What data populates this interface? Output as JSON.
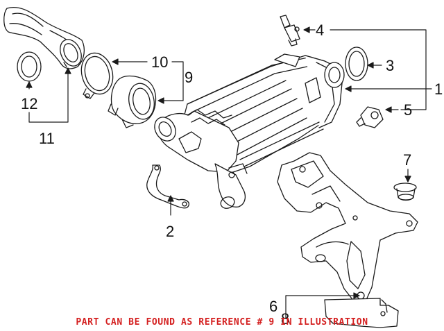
{
  "callouts": {
    "c1": "1",
    "c2": "2",
    "c3": "3",
    "c4": "4",
    "c5": "5",
    "c6": "6",
    "c7": "7",
    "c8": "8",
    "c9": "9",
    "c10": "10",
    "c11": "11",
    "c12": "12"
  },
  "footer_note": "PART CAN BE FOUND AS REFERENCE # 9 IN ILLUSTRATION",
  "colors": {
    "line_art": "#1a1a1a",
    "footer_text": "#d42020"
  }
}
